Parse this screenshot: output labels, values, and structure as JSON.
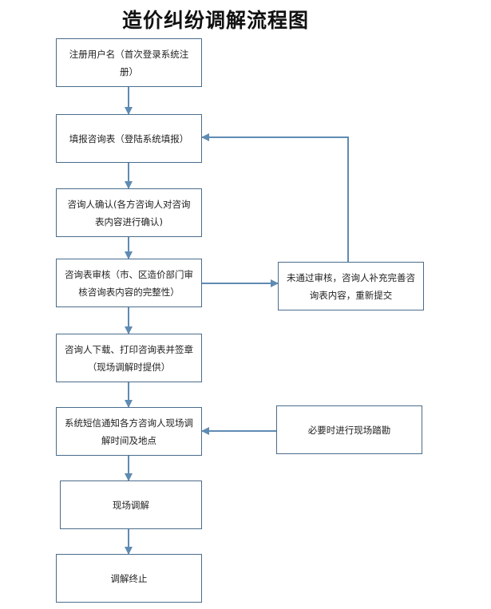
{
  "title": "造价纠纷调解流程图",
  "nodes": [
    {
      "id": "n1",
      "text": "注册用户名（首次登录系统注册）"
    },
    {
      "id": "n2",
      "text": "填报咨询表（登陆系统填报）"
    },
    {
      "id": "n3",
      "text": "咨询人确认(各方咨询人对咨询表内容进行确认)"
    },
    {
      "id": "n4",
      "text": "咨询表审核（市、区造价部门审核咨询表内容的完整性）"
    },
    {
      "id": "n5",
      "text": "未通过审核，咨询人补充完善咨询表内容，重新提交"
    },
    {
      "id": "n6",
      "text": "咨询人下载、打印咨询表并签章（现场调解时提供）"
    },
    {
      "id": "n7",
      "text": "系统短信通知各方咨询人现场调解时间及地点"
    },
    {
      "id": "n8",
      "text": "必要时进行现场踏勘"
    },
    {
      "id": "n9",
      "text": "现场调解"
    },
    {
      "id": "n10",
      "text": "调解终止"
    }
  ],
  "edges": [
    {
      "from": "n1",
      "to": "n2"
    },
    {
      "from": "n2",
      "to": "n3"
    },
    {
      "from": "n3",
      "to": "n4"
    },
    {
      "from": "n4",
      "to": "n5"
    },
    {
      "from": "n5",
      "to": "n2"
    },
    {
      "from": "n4",
      "to": "n6"
    },
    {
      "from": "n6",
      "to": "n7"
    },
    {
      "from": "n8",
      "to": "n7"
    },
    {
      "from": "n7",
      "to": "n9"
    },
    {
      "from": "n9",
      "to": "n10"
    }
  ],
  "colors": {
    "line": "#5f8bb3",
    "border": "#4a6c8c"
  }
}
